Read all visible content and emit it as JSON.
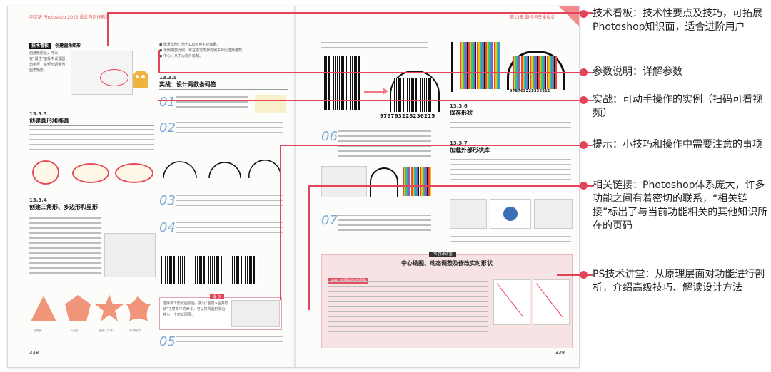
{
  "book": {
    "left_header": "中文版 Photoshop 2022 设计与制作教程",
    "right_header": "第13章  路径与矢量设计",
    "left_page_number": "338",
    "right_page_number": "339",
    "tech_board": {
      "badge": "技术看板",
      "title": "创建圆角矩形",
      "text": "创建矩形后，可以在“属性”面板中设置圆角半径，将矩形调整为圆角矩形。"
    },
    "params": [
      "● 像素比例：值为100%可生成像素。",
      "● 示例缩放比例：可在指定形状的例子对比选择倍数。",
      "● 中心：从中心向外绘制。"
    ],
    "sections": {
      "s1333": {
        "num": "13.3.3",
        "title": "创建圆形和椭圆"
      },
      "s1334": {
        "num": "13.3.4",
        "title": "创建三角形、多边形和星形"
      },
      "s1335": {
        "num": "13.3.5",
        "title": "实战：设计两款条码签"
      },
      "s1336": {
        "num": "13.3.6",
        "title": "保存形状"
      },
      "s1337": {
        "num": "13.3.7",
        "title": "加载外部形状库"
      }
    },
    "steps": [
      "01",
      "02",
      "03",
      "04",
      "05",
      "06",
      "07"
    ],
    "tip": {
      "badge": "提 示",
      "text": "选择多个形状图层后，执行“图层>合并形状”子菜单中的命令，可以将所选形状合并为一个形状图层。"
    },
    "shape_labels": [
      "三角形",
      "5边形",
      "星形（5点）",
      "平滑拐点"
    ],
    "barcode_number": "978763228236215",
    "barcode_number_small": "978763228236215",
    "lecture": {
      "badge": "PS 技术讲堂",
      "title": "中心绘图、动态调整及修改实时形状",
      "subtitle": "从中心绘图并动态调整"
    }
  },
  "callouts": [
    {
      "label": "技术看板：技术性要点及技巧，可拓展Photoshop知识面，适合进阶用户"
    },
    {
      "label": "参数说明：详解参数"
    },
    {
      "label": "实战：可动手操作的实例（扫码可看视频）"
    },
    {
      "label": "提示：小技巧和操作中需要注意的事项"
    },
    {
      "label": "相关链接：Photoshop体系庞大，许多功能之间有着密切的联系，“相关链接”标出了与当前功能相关的其他知识所在的页码"
    },
    {
      "label": "PS技术讲堂：从原理层面对功能进行剖析，介绍高级技巧、解读设计方法"
    }
  ],
  "colors": {
    "accent": "#e3445a",
    "panel": "#f7e3e3"
  }
}
